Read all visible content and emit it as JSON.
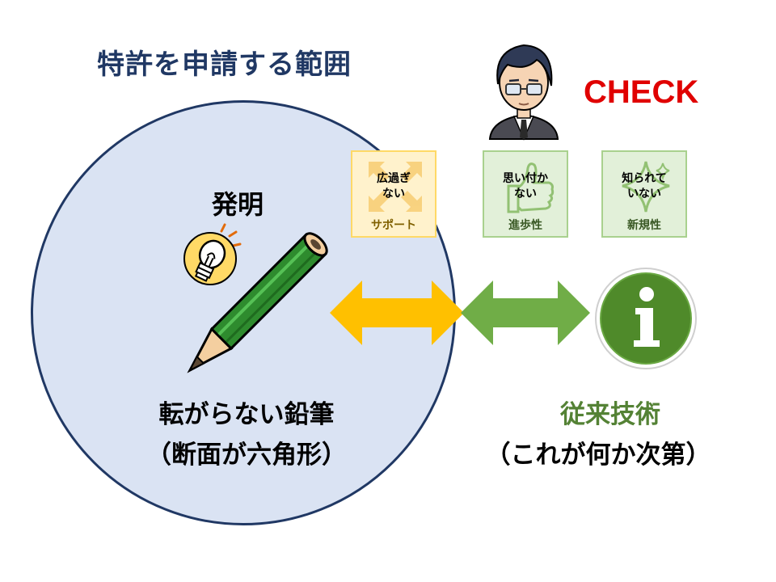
{
  "title": "特許を申請する範囲",
  "invention": {
    "label": "発明",
    "item_line1": "転がらない鉛筆",
    "item_line2": "（断面が六角形）"
  },
  "check": {
    "label": "CHECK",
    "cards": [
      {
        "main_line1": "広過ぎ",
        "main_line2": "ない",
        "sub": "サポート"
      },
      {
        "main_line1": "思い付か",
        "main_line2": "ない",
        "sub": "進歩性"
      },
      {
        "main_line1": "知られて",
        "main_line2": "いない",
        "sub": "新規性"
      }
    ]
  },
  "prior_art": {
    "title": "従来技術",
    "subtitle": "（これが何か次第）"
  },
  "colors": {
    "navy": "#203864",
    "circle_fill": "#dae3f3",
    "arrow_yellow": "#ffc000",
    "arrow_green": "#70ad47",
    "prior_green": "#548235",
    "check_red": "#e00000"
  },
  "icons": [
    "lightbulb-icon",
    "pencil-icon",
    "info-icon",
    "person-avatar"
  ]
}
